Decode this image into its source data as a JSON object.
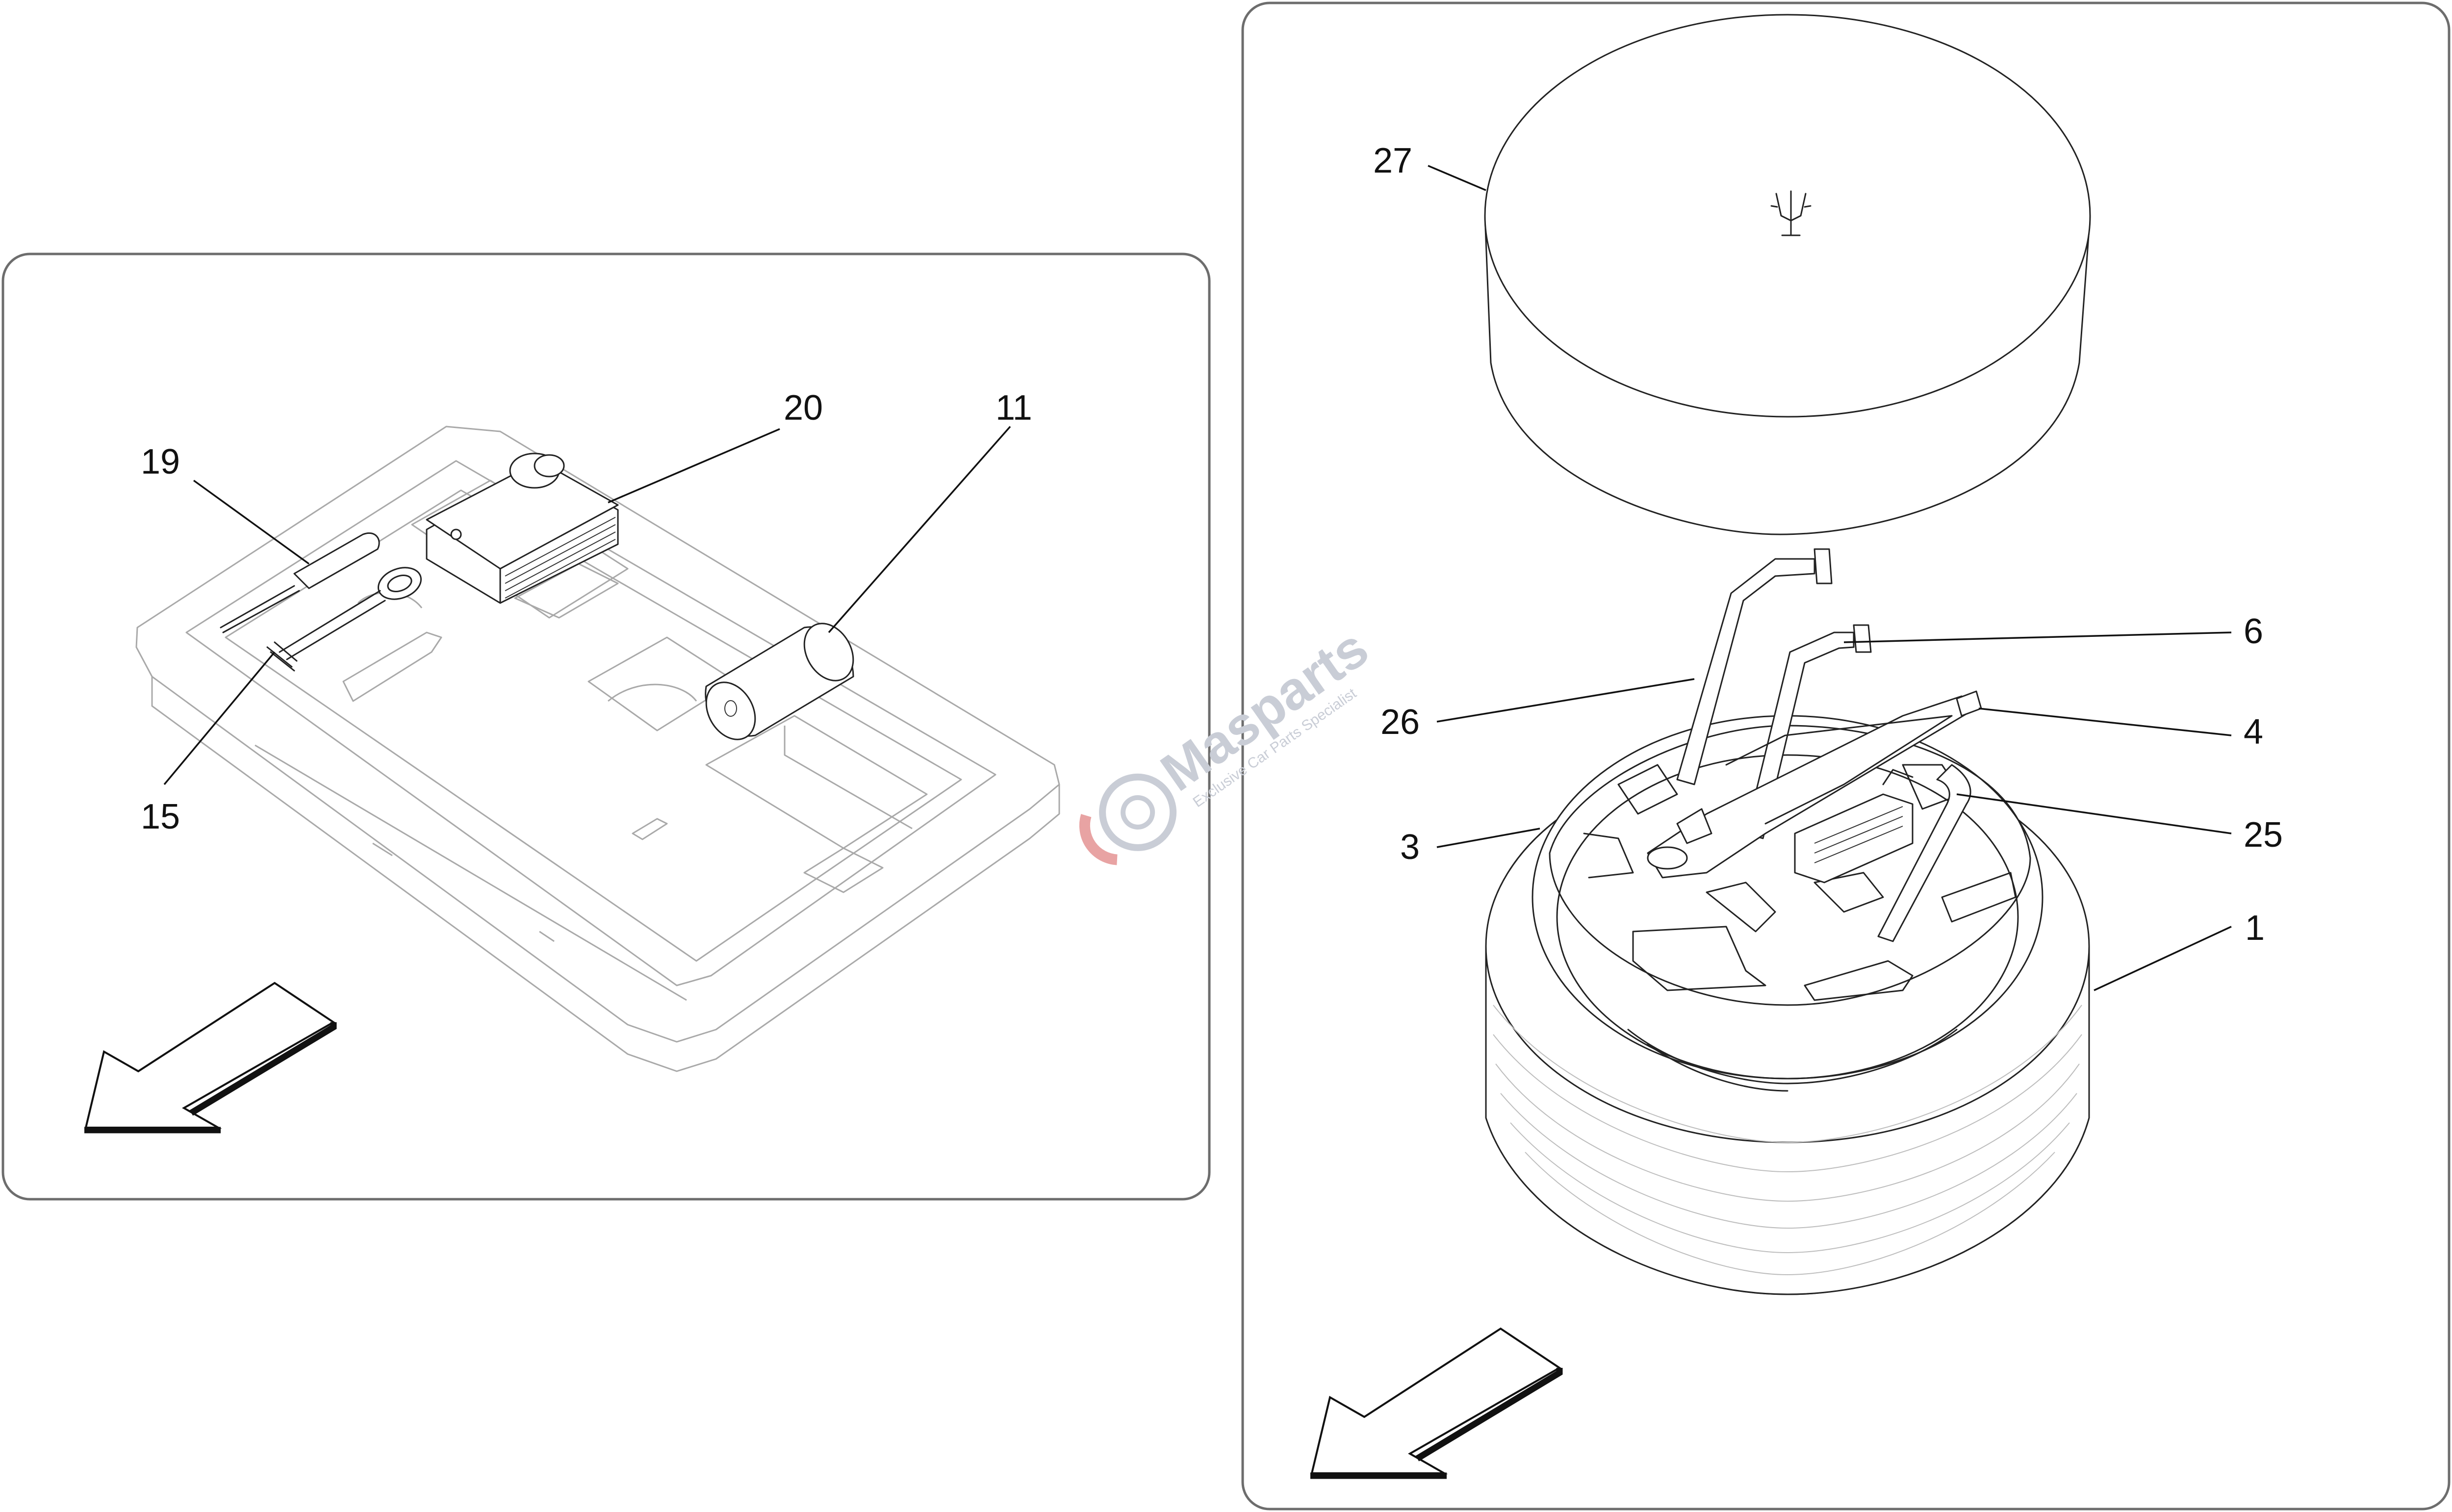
{
  "callouts": {
    "c19": "19",
    "c20": "20",
    "c11": "11",
    "c15": "15",
    "c27": "27",
    "c6": "6",
    "c26": "26",
    "c4": "4",
    "c3": "3",
    "c25": "25",
    "c1": "1"
  },
  "watermark": {
    "brand": "Masparts",
    "tagline": "Exclusive Car Parts Specialist"
  },
  "colors": {
    "line": "#222222",
    "tray_outline": "#a9a9a9",
    "panel_border": "#6d6d6d",
    "watermark_red": "#e8a3a3",
    "watermark_grey": "#c9cdd6"
  }
}
